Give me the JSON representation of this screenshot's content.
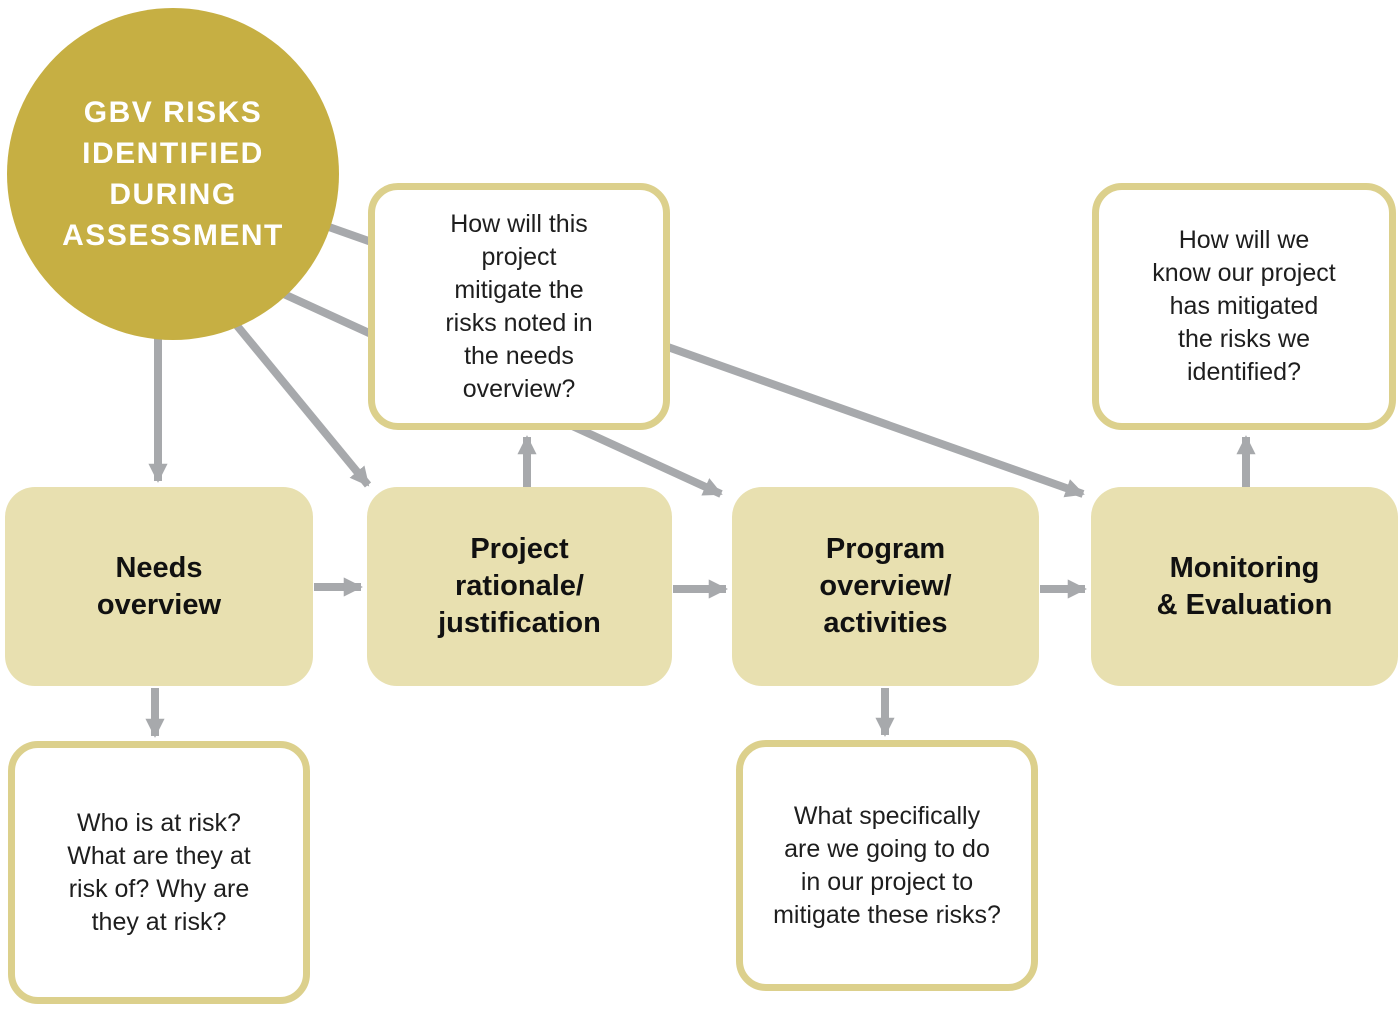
{
  "colors": {
    "gold": "#c6af43",
    "tan": "#e8e0b0",
    "border": "#dcd08c",
    "arrow": "#a7a9ac",
    "ink": "#1e1e1e"
  },
  "circle": {
    "label": [
      "GBV RISKS",
      "IDENTIFIED",
      "DURING",
      "ASSESSMENT"
    ]
  },
  "stages": [
    {
      "id": "needs-overview",
      "label": [
        "Needs",
        "overview"
      ]
    },
    {
      "id": "project-rationale",
      "label": [
        "Project",
        "rationale/",
        "justification"
      ]
    },
    {
      "id": "program-overview",
      "label": [
        "Program",
        "overview/",
        "activities"
      ]
    },
    {
      "id": "monitoring-evaluation",
      "label": [
        "Monitoring",
        "& Evaluation"
      ]
    }
  ],
  "questions": [
    {
      "id": "mitigate-risks",
      "label": [
        "How will this",
        "project",
        "mitigate the",
        "risks noted in",
        "the needs",
        "overview?"
      ]
    },
    {
      "id": "know-mitigated",
      "label": [
        "How will we",
        "know our project",
        "has mitigated",
        "the risks we",
        "identified?"
      ]
    },
    {
      "id": "who-at-risk",
      "label": [
        "Who is at risk?",
        "What are they at",
        "risk of? Why are",
        "they at risk?"
      ]
    },
    {
      "id": "what-specifically",
      "label": [
        "What specifically",
        "are we going to do",
        "in our project to",
        "mitigate these risks?"
      ]
    }
  ]
}
